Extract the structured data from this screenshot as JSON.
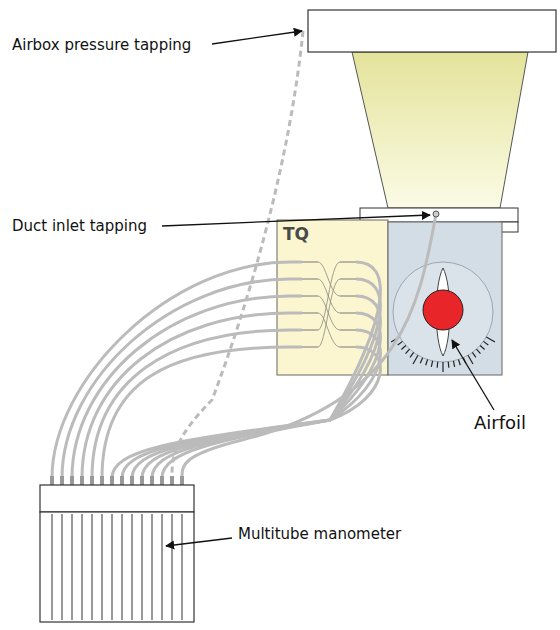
{
  "diagram": {
    "labels": [
      "Airbox pressure tapping",
      "Duct inlet tapping",
      "Airfoil",
      "Multitube manometer",
      "TQ"
    ]
  }
}
